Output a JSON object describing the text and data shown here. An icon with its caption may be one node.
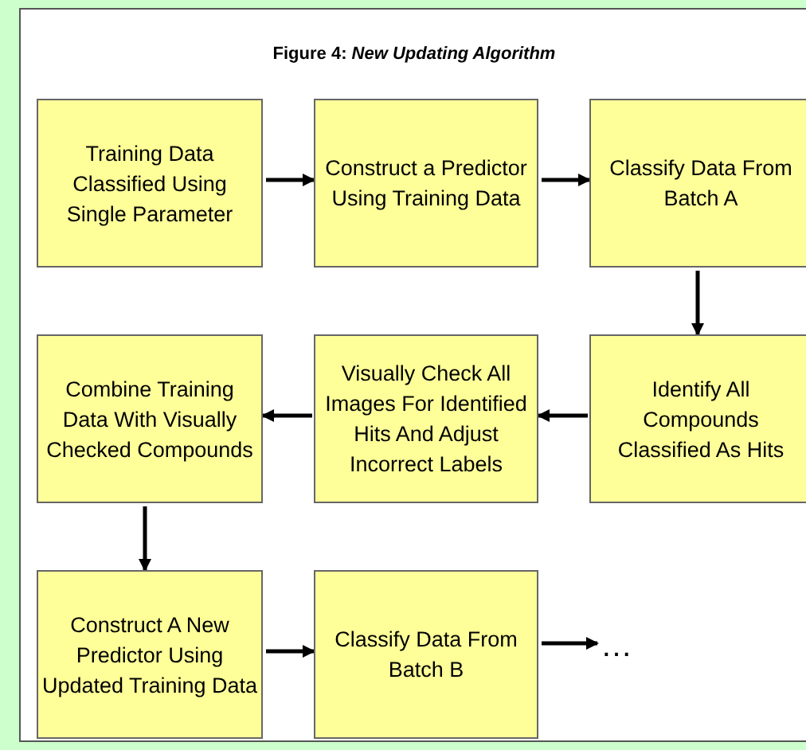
{
  "diagram": {
    "title": "Figure 4: *New Updating Algorithm*",
    "nodes": [
      {
        "text": [
          "Training Data Classified Using Single Parameter"
        ]
      },
      {
        "text": [
          "Construct a Predictor Using Training Data"
        ]
      },
      {
        "text": [
          "Classify Data From Batch A"
        ]
      },
      {
        "text": [
          "Identify All Compounds Classified As Hits"
        ]
      },
      {
        "text": [
          "Visually Check All Images For Identified Hits And Adjust Incorrect Labels"
        ]
      },
      {
        "text": [
          "Combine Training Data With Visually Checked Compounds"
        ]
      },
      {
        "text": [
          "Construct A New Predictor Using Updated Training Data"
        ]
      },
      {
        "text": [
          "Classify Data From Batch B"
        ]
      },
      {
        "text": [
          "…"
        ]
      }
    ],
    "edges": [
      {
        "from": 0,
        "to": 1,
        "arrow": "to"
      },
      {
        "from": 1,
        "to": 2,
        "arrow": "to"
      },
      {
        "from": 2,
        "to": 3,
        "arrow": "to"
      },
      {
        "from": 3,
        "to": 4,
        "arrow": "to"
      },
      {
        "from": 4,
        "to": 5,
        "arrow": "to"
      },
      {
        "from": 5,
        "to": 6,
        "arrow": "to"
      },
      {
        "from": 6,
        "to": 7,
        "arrow": "to"
      },
      {
        "from": 7,
        "to": 8,
        "arrow": "to"
      }
    ]
  }
}
